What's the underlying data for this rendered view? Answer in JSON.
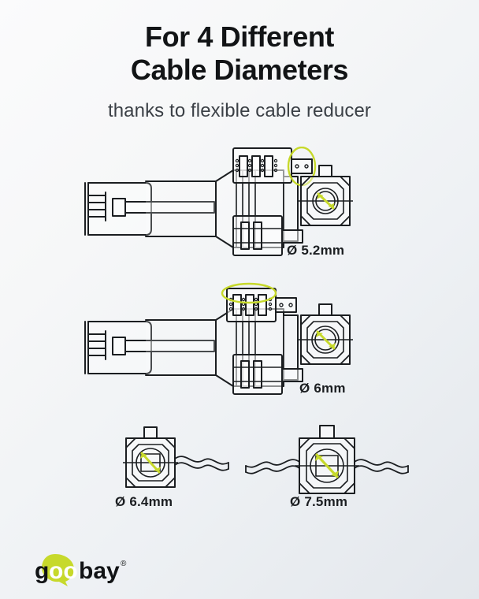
{
  "page": {
    "background_gradient_from": "#fbfbfc",
    "background_gradient_to": "#e3e7ec"
  },
  "headline": {
    "line1": "For 4 Different",
    "line2": "Cable Diameters",
    "color": "#121416"
  },
  "subtitle": {
    "text": "thanks to flexible cable reducer",
    "color": "#3b4046"
  },
  "accent": {
    "green": "#c7d92b",
    "line": "#1b1e21"
  },
  "diagrams": [
    {
      "id": "row-1",
      "type": "connector-with-cross-section",
      "label": "Ø 5.2mm",
      "diameter_mm": 5.2,
      "highlight": "vertical-ellipse-on-reducer-tab",
      "cable": "none"
    },
    {
      "id": "row-2",
      "type": "connector-with-cross-section",
      "label": "Ø 6mm",
      "diameter_mm": 6,
      "highlight": "horizontal-ellipse-on-reducer-top",
      "cable": "none"
    },
    {
      "id": "row-3-left",
      "type": "cross-section-with-cable",
      "label": "Ø 6.4mm",
      "diameter_mm": 6.4,
      "highlight": "none",
      "cable": "right"
    },
    {
      "id": "row-3-right",
      "type": "cross-section-with-cable",
      "label": "Ø 7.5mm",
      "diameter_mm": 7.5,
      "highlight": "none",
      "cable": "both"
    }
  ],
  "logo": {
    "text_1": "g",
    "text_2": "oo",
    "text_3": "bay",
    "registered_mark": "®",
    "blob_color": "#c7d92b",
    "text_color": "#111315"
  }
}
